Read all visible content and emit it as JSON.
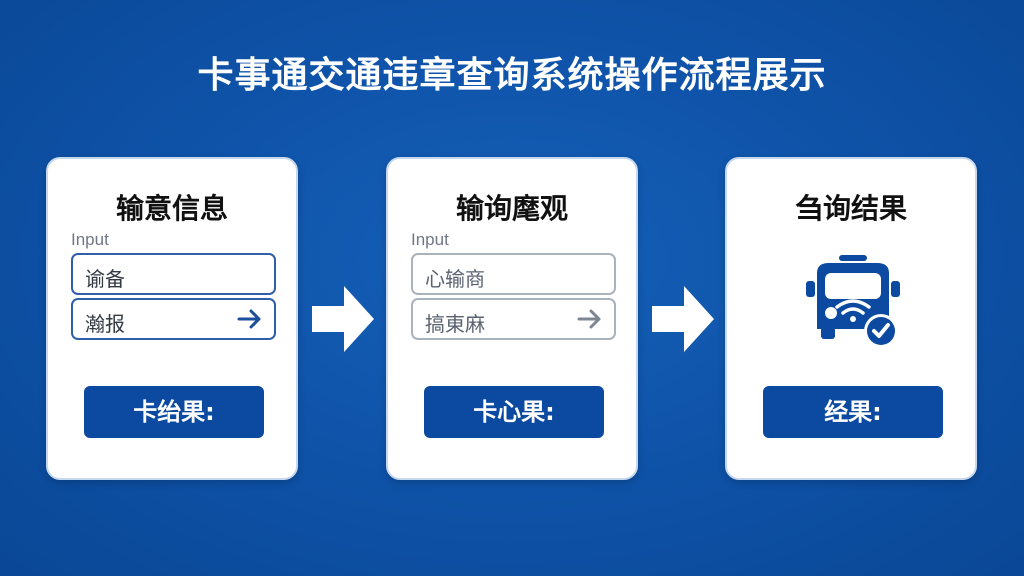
{
  "title": "卡事通交通违章查询系统操作流程展示",
  "colors": {
    "background": "#0f54aa",
    "accent": "#0b4aa0",
    "field_border_active": "#2e5fa8",
    "field_border_muted": "#aab2be"
  },
  "steps": [
    {
      "title": "输意信息",
      "input_label": "Input",
      "field1": "谕备",
      "field2": "瀚报",
      "field2_icon": "arrow-right-icon",
      "result": "卡绐果:"
    },
    {
      "title": "输询麾观",
      "input_label": "Input",
      "field1": "心输商",
      "field2": "搞東麻",
      "field2_icon": "arrow-right-icon",
      "result": "卡心果:"
    },
    {
      "title": "刍询结果",
      "icon": "bus-check-icon",
      "result": "经果:"
    }
  ],
  "connectors": [
    "arrow-right-icon",
    "arrow-right-icon"
  ]
}
